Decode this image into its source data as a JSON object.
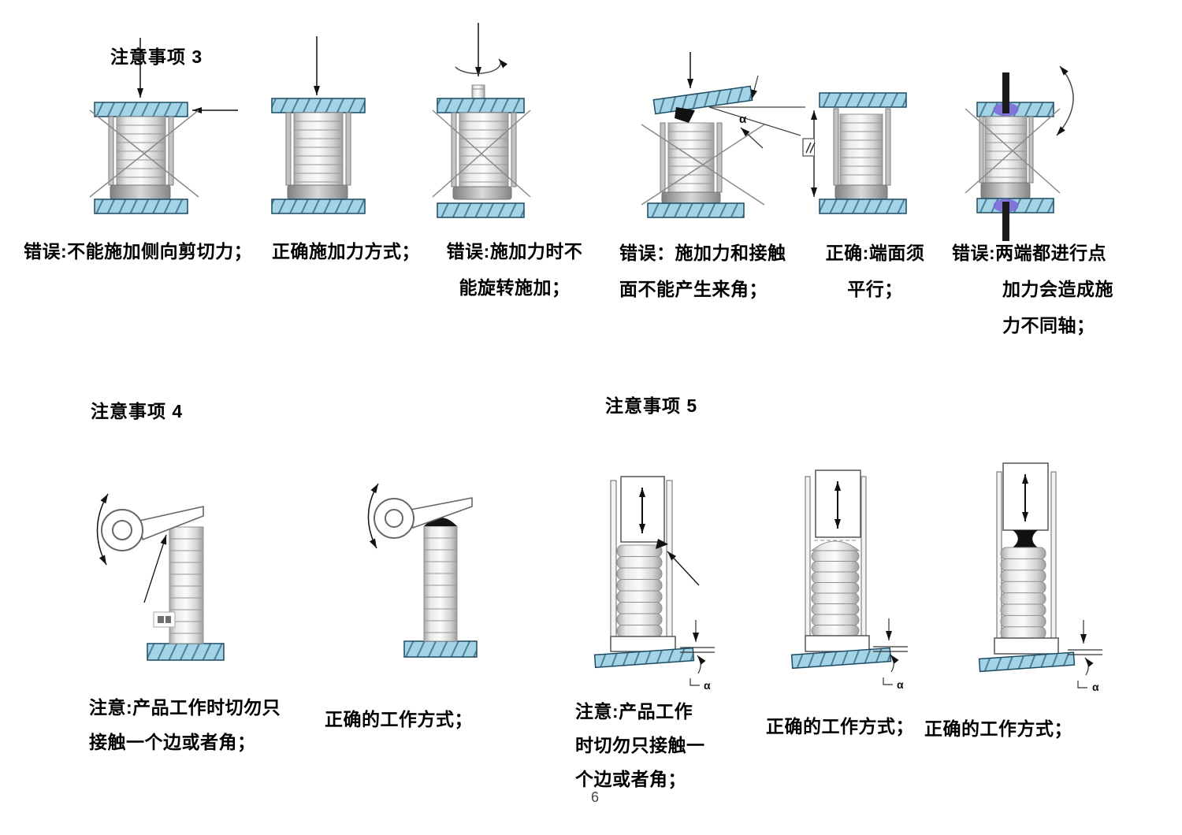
{
  "page": {
    "number": "6"
  },
  "symbols": {
    "alpha": "α"
  },
  "sections": [
    {
      "title": "注意事项 3",
      "figures": [
        {
          "caption_lines": [
            "错误:不能施加侧向剪切力；"
          ]
        },
        {
          "caption_lines": [
            "正确施加力方式；"
          ]
        },
        {
          "caption_lines": [
            "错误:施加力时不",
            "能旋转施加；"
          ]
        },
        {
          "caption_lines": [
            "错误：施加力和接触",
            "面不能产生来角；"
          ]
        },
        {
          "caption_lines": [
            "正确:端面须",
            "平行；"
          ]
        },
        {
          "caption_lines": [
            "错误:两端都进行点",
            "加力会造成施",
            "力不同轴；"
          ]
        }
      ]
    },
    {
      "title": "注意事项 4",
      "figures": [
        {
          "caption_lines": [
            "注意:产品工作时切勿只",
            "接触一个边或者角；"
          ]
        },
        {
          "caption_lines": [
            "正确的工作方式；"
          ]
        }
      ]
    },
    {
      "title": "注意事项 5",
      "figures": [
        {
          "caption_lines": [
            "注意:产品工作",
            "时切勿只接触一",
            "个边或者角；"
          ]
        },
        {
          "caption_lines": [
            "正确的工作方式；"
          ]
        },
        {
          "caption_lines": [
            "正确的工作方式；"
          ]
        }
      ]
    }
  ]
}
